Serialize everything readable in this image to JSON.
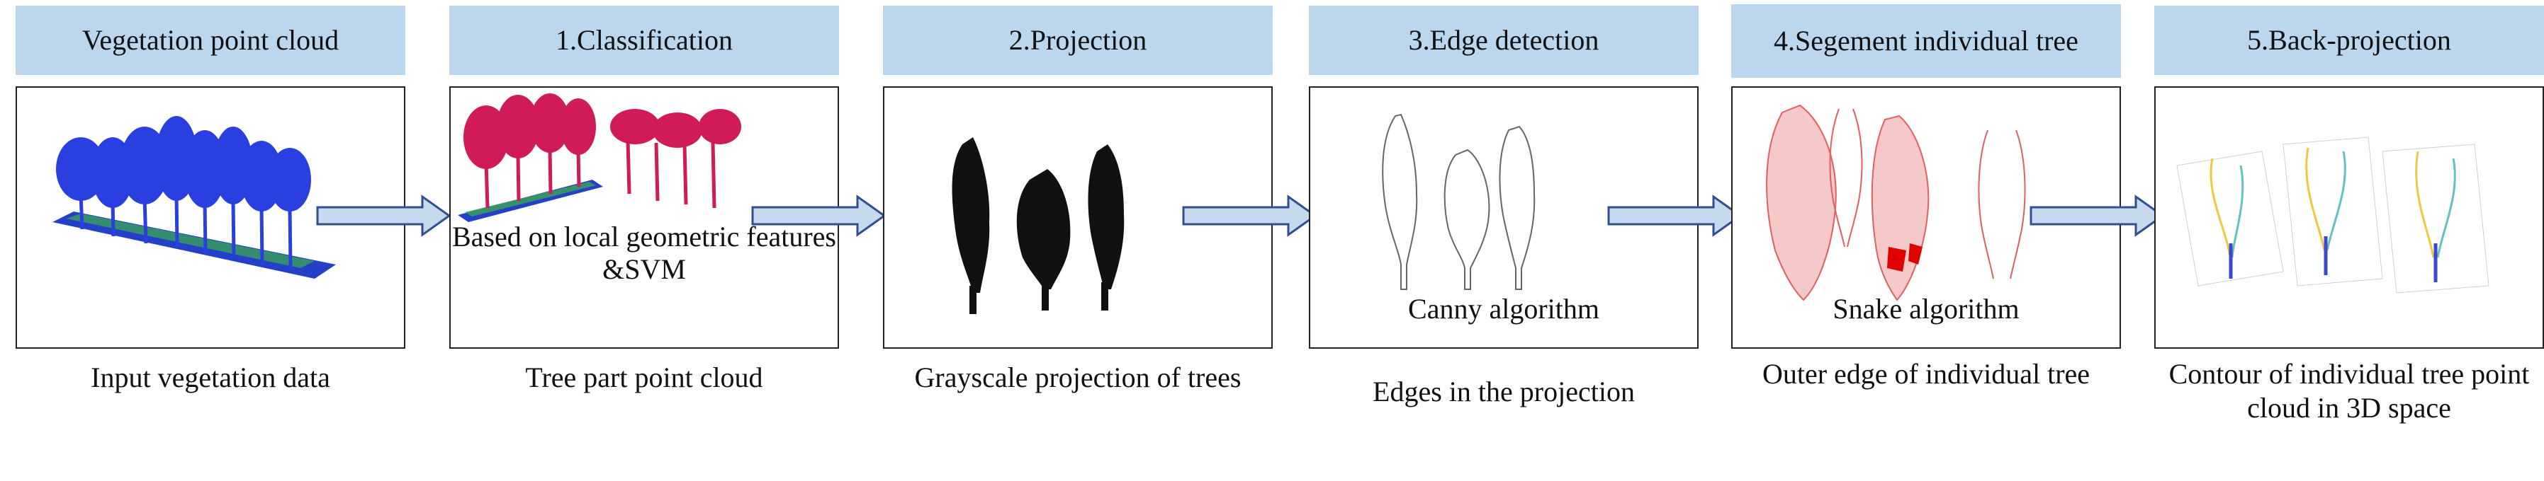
{
  "stages": [
    {
      "header": "Vegetation point cloud",
      "inner_text": "",
      "caption": "Input vegetation data"
    },
    {
      "header": "1.Classification",
      "inner_text": "Based on local geometric features &SVM",
      "caption": "Tree part point cloud"
    },
    {
      "header": "2.Projection",
      "inner_text": "",
      "caption": "Grayscale projection of trees"
    },
    {
      "header": "3.Edge detection",
      "inner_text": "Canny algorithm",
      "caption": "Edges in the projection"
    },
    {
      "header": "4.Segement individual tree",
      "inner_text": "Snake algorithm",
      "caption": "Outer edge of individual tree"
    },
    {
      "header": "5.Back-projection",
      "inner_text": "",
      "caption": "Contour of individual tree point cloud in 3D space"
    }
  ],
  "colors": {
    "header_bg": "#bcd6ee",
    "arrow_fill": "#c6d9ee",
    "arrow_stroke": "#2f4f8f"
  }
}
